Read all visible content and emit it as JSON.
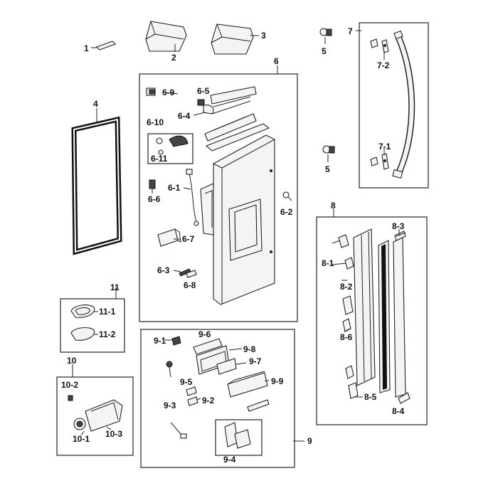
{
  "diagram": {
    "labels": {
      "p1": "1",
      "p2": "2",
      "p3": "3",
      "p4": "4",
      "p5a": "5",
      "p5b": "5",
      "p6": "6",
      "p6_1": "6-1",
      "p6_2": "6-2",
      "p6_3": "6-3",
      "p6_4": "6-4",
      "p6_5": "6-5",
      "p6_6": "6-6",
      "p6_7": "6-7",
      "p6_8": "6-8",
      "p6_9": "6-9",
      "p6_10": "6-10",
      "p6_11": "6-11",
      "p7": "7",
      "p7_1": "7-1",
      "p7_2": "7-2",
      "p8": "8",
      "p8_1": "8-1",
      "p8_2": "8-2",
      "p8_3": "8-3",
      "p8_4": "8-4",
      "p8_5": "8-5",
      "p8_6": "8-6",
      "p9": "9",
      "p9_1": "9-1",
      "p9_2": "9-2",
      "p9_3": "9-3",
      "p9_4": "9-4",
      "p9_5": "9-5",
      "p9_6": "9-6",
      "p9_7": "9-7",
      "p9_8": "9-8",
      "p9_9": "9-9",
      "p10": "10",
      "p10_1": "10-1",
      "p10_2": "10-2",
      "p10_3": "10-3",
      "p11": "11",
      "p11_1": "11-1",
      "p11_2": "11-2"
    }
  }
}
